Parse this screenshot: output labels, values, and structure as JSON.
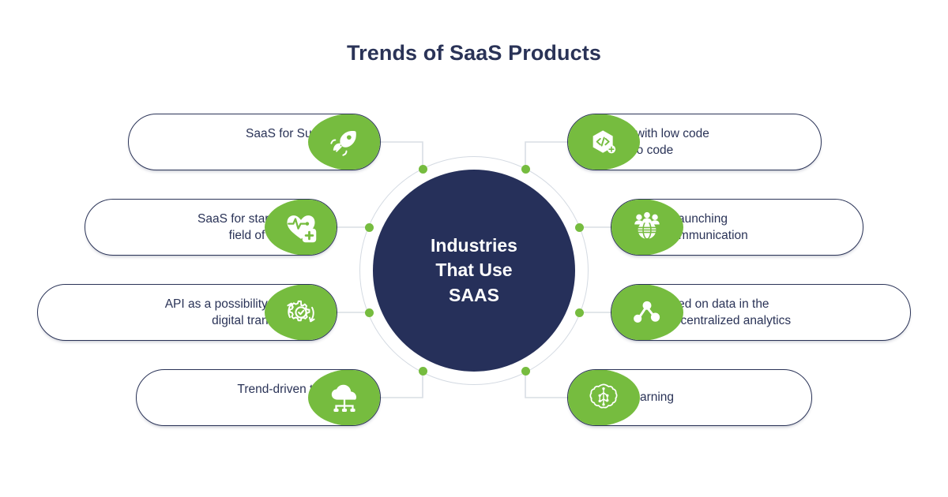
{
  "header": {
    "title": "Trends of SaaS Products"
  },
  "hub": {
    "label": "Industries\nThat Use\nSAAS"
  },
  "colors": {
    "green": "#76bc3f",
    "navy": "#26305a",
    "text_navy": "#2a3357",
    "ring": "#d4dae2",
    "connector": "#d9dee4",
    "background": "#ffffff"
  },
  "nodes": {
    "left": [
      {
        "label": "SaaS for Sustainability\nstartups",
        "icon": "rocket-icon"
      },
      {
        "label": "SaaS for startups in the\nfield of healthcare",
        "icon": "heart-pulse-icon"
      },
      {
        "label": "API as a possibility to simplify\ndigital transformation",
        "icon": "gear-check-icon"
      },
      {
        "label": "Trend-driven techniques\nin SaaS",
        "icon": "cloud-network-icon"
      }
    ],
    "right": [
      {
        "label": "Platforms with low code\nand with no code",
        "icon": "code-hexagon-icon"
      },
      {
        "label": "SaaS for launching\nremote communication",
        "icon": "globe-people-icon"
      },
      {
        "label": "SaaS-based on data in the\ncontext of centralized analytics",
        "icon": "data-nodes-icon"
      },
      {
        "label": "Machine learning",
        "icon": "brain-circuit-icon"
      }
    ]
  }
}
